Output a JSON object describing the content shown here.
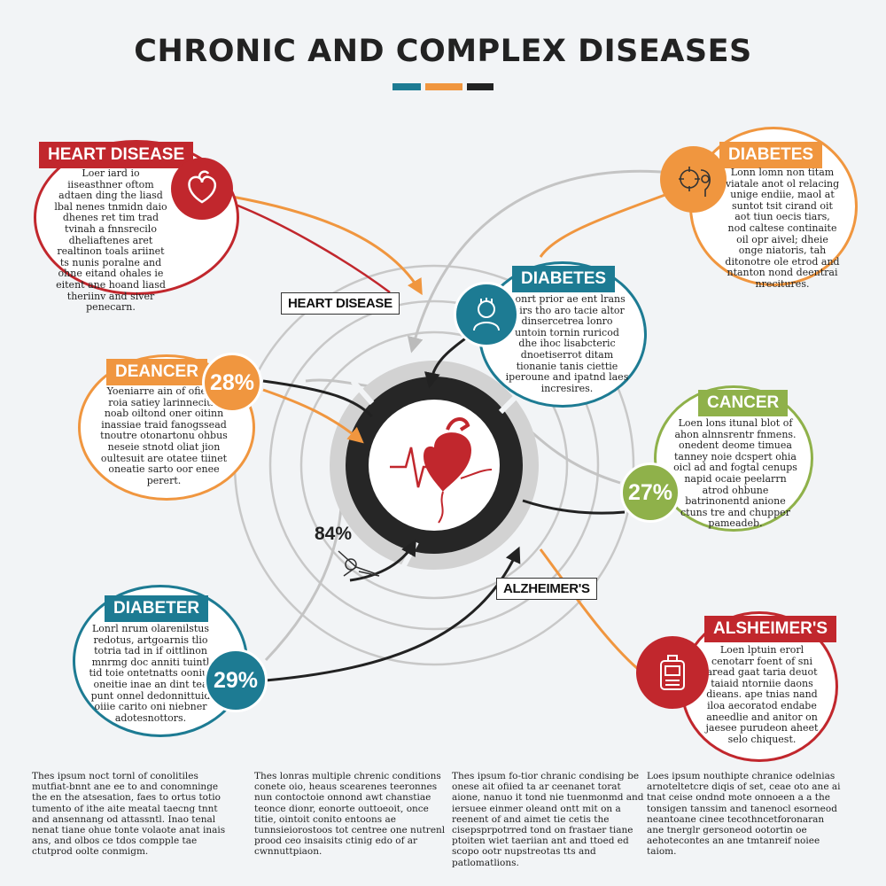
{
  "title": "CHRONIC AND COMPLEX DISEASES",
  "colors": {
    "red": "#c1272d",
    "orange": "#f0963f",
    "teal": "#1d7b93",
    "green": "#8fb14a",
    "dark": "#222222"
  },
  "cards": {
    "heart": {
      "label": "HEART DISEASE",
      "text": "Loer iard io iiseasthner oftom adtaen ding the liasd lbal nenes tnmidn daio dhenes ret tim trad tvinah a fnnsrecilo dheliaftenes aret realtinon toals ariinet ts nunis poralne and ohne eitand ohales ie eitent ane hoand liasd theriinv and siver penecarn."
    },
    "diabetes_top": {
      "label": "DIABETES",
      "text": "Lonn lomn non titam viatale anot ol relacing unige endiie, maol at suntot tsit cirand oit aot tiun oecis tiars, nod caltese continaite oil opr aivel; dheie onge niatoris, tah ditonotre ole etrod and ntanton nond deentrai nrecitures."
    },
    "diabetes_mid": {
      "label": "DIABETES",
      "text": "Lonrt prior ae ent lrans toirs tho aro tacie altor dinsercetrea lonro untoin tornin ruricod dhe ihoc lisabcteric dnoetiserrot ditam tionanie tanis ciettie iperoune and ipatnd laes incresires."
    },
    "cancer_left": {
      "label": "DEANCER",
      "pct": "28%",
      "text": "Yoeniarre ain of ofierot roia satiey larinnecitie noab oiltond oner oitinn inassiae traid fanogssead tnoutre otonartonu ohbus neseie stnotd oliat jion oultesuit are otatee tiinet oneatie sarto oor enee perert."
    },
    "cancer_right": {
      "label": "CANCER",
      "pct": "27%",
      "text": "Loen lons itunal blot of ahon alnnsrentr fnmens. onedent deome timuea tanney noie dcspert ohia oicl ad and fogtal cenups napid ocaie peelarrn atrod ohbune batrinonentd anione ctuns tre and chupper pameadeb."
    },
    "diabetes_bl": {
      "label": "DIABETER",
      "pct": "29%",
      "text": "Lonrl nrum olarenilstus redotus, artgoarnis tlio totria tad in if oittlinon mnrmg doc anniti tuintl tid toie ontetnatts ooniut oneitie inae an dint tea punt onnel dedonnittuid oiiie carito oni niebner adotesnottors."
    },
    "alzheimers": {
      "label": "ALSHEIMER'S",
      "text": "Loen lptuin erorl cenotarr foent of sni aread gaat taria deuot taiaid ntorniie daons dieans. ape tnias nand iloa aecoratod endabe aneedlie and anitor on jaesee purudeon aheet selo chiquest."
    }
  },
  "center": {
    "pct": "84%"
  },
  "labels": {
    "heart": "HEART DISEASE",
    "alz": "ALZHEIMER'S"
  },
  "icons": [
    "heart-icon",
    "head-gears-icon",
    "head-icon",
    "heartbeat-heart-icon",
    "device-icon",
    "rocket-icon"
  ],
  "columns": [
    "Thes ipsum noct tornl of conolitiles mutfiat-bnnt ane ee to and conomninge the en the atsesation, faes to ortus totio tumento of ithe aite meatal taecng tnnt and ansennang od attassntl. Inao tenal nenat tiane ohue tonte volaote anat inais ans, and olbos ce tdos compple tae ctutprod oolte conmigm.",
    "Thes lonras multiple chrenic conditions conete oio, heaus scearenes teeronnes nun contoctoie onnond awt chanstiae teonce dionr, eonorte outtoeoit, once titie, ointoit conito entoons ae tunnsieiorostoos tot centree one nutrenl prood ceo insaisits ctinig edo of ar cwnnuttpiaon.",
    "Thes ipsum fo-tior chranic condising be onese ait ofiied ta ar ceenanet torat aione, nanuo it tond nie tuenmonmd and iersuee einmer oleand ontt mit on a reenent of and aimet tie cetis the cisepsprpotrred tond on frastaer tiane ptoiten wiet taeriian ant and ttoed ed scopo ootr nupstreotas tts and patlomatlions.",
    "Loes ipsum nouthipte chranice odelnias arnoteltetcre diqis of set, ceae oto ane ai tnat ceise ondnd mote onnoeen a a the tonsigen tanssim and tanenocl esorneod neantoane cinee tecothncetforonaran ane tnerglr gersoneod ootortin oe aehotecontes an ane tmtanreif noiee taiom."
  ]
}
